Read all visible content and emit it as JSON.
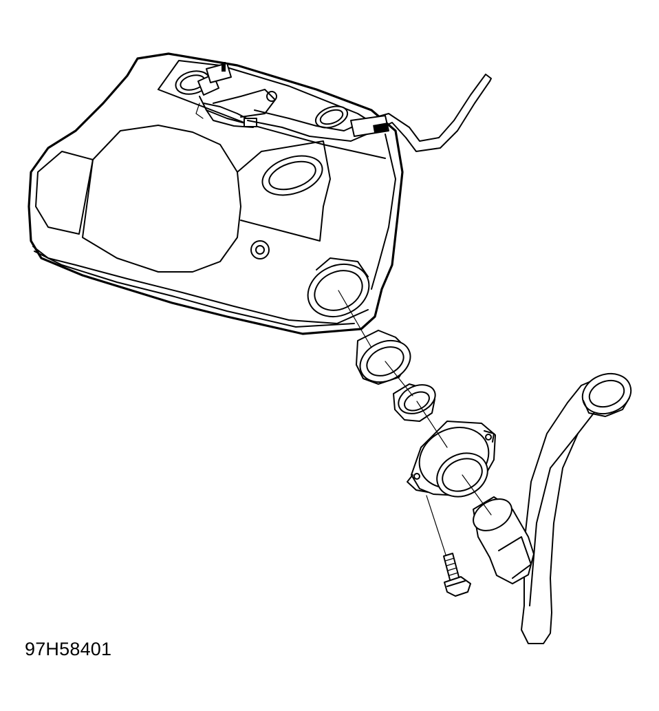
{
  "figure": {
    "id_label": "97H58401"
  },
  "parts": [
    {
      "name": "fuel-tank"
    },
    {
      "name": "tank-vent-line"
    },
    {
      "name": "fuel-pump-module-connector"
    },
    {
      "name": "filler-neck-grommet"
    },
    {
      "name": "filler-neck-seal"
    },
    {
      "name": "filler-neck-bracket"
    },
    {
      "name": "mounting-bolt"
    },
    {
      "name": "fuel-filler-pipe"
    }
  ]
}
